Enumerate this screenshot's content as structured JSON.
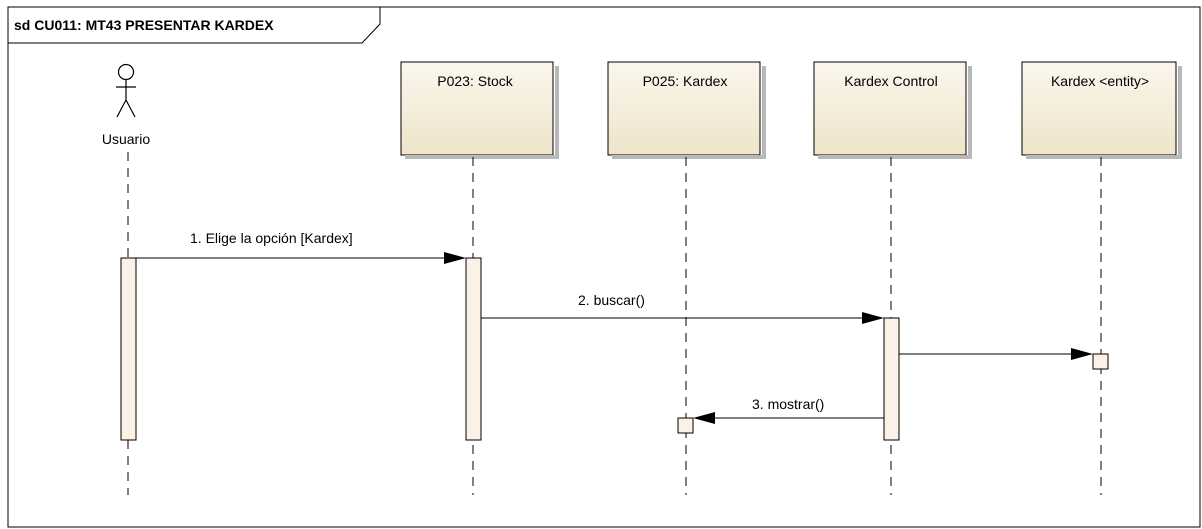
{
  "frame": {
    "title": "sd CU011: MT43 PRESENTAR KARDEX"
  },
  "participants": [
    {
      "id": "usuario",
      "kind": "actor",
      "label": "Usuario"
    },
    {
      "id": "stock",
      "kind": "object",
      "label": "P023: Stock"
    },
    {
      "id": "kardex",
      "kind": "object",
      "label": "P025: Kardex"
    },
    {
      "id": "control",
      "kind": "object",
      "label": "Kardex Control"
    },
    {
      "id": "entity",
      "kind": "object",
      "label": "Kardex <entity>"
    }
  ],
  "messages": [
    {
      "from": "usuario",
      "to": "stock",
      "label": "1. Elige la opción [Kardex]"
    },
    {
      "from": "stock",
      "to": "control",
      "label": "2. buscar()"
    },
    {
      "from": "control",
      "to": "entity",
      "label": ""
    },
    {
      "from": "control",
      "to": "kardex",
      "label": "3. mostrar()"
    }
  ],
  "colors": {
    "box_fill": "#f5eedc",
    "activation_fill": "#fbf1e6",
    "line": "#000000"
  }
}
